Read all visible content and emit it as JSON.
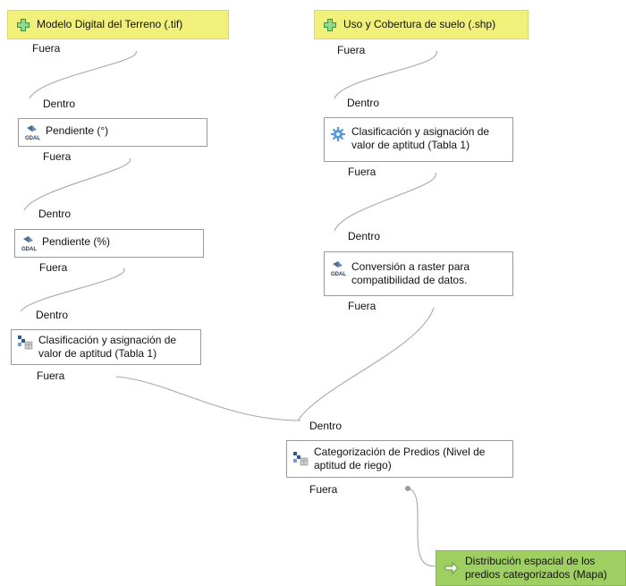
{
  "nodes": {
    "mdt": {
      "label": "Modelo Digital del Terreno (.tif)",
      "icon": "add-input-icon"
    },
    "uso": {
      "label": "Uso y Cobertura de suelo (.shp)",
      "icon": "add-input-icon"
    },
    "pend_grados": {
      "label": "Pendiente (°)",
      "icon": "gdal-icon"
    },
    "pend_porc": {
      "label": "Pendiente (%)",
      "icon": "gdal-icon"
    },
    "clasif_left": {
      "label": "Clasificación y asignación de valor de aptitud (Tabla 1)",
      "icon": "grid-reclass-icon"
    },
    "clasif_right": {
      "label": "Clasificación y asignación de valor de aptitud (Tabla 1)",
      "icon": "gear-icon"
    },
    "conversion": {
      "label": "Conversión a raster para compatibilidad de datos.",
      "icon": "gdal-icon"
    },
    "categorizacion": {
      "label": "Categorización de Predios (Nivel de aptitud de riego)",
      "icon": "grid-reclass-icon"
    },
    "salida": {
      "label": "Distribución espacial de los predios categorizados (Mapa)",
      "icon": "output-arrow-icon"
    }
  },
  "ports": {
    "out": "Fuera",
    "in": "Dentro"
  },
  "colors": {
    "input_bg": "#f0f07a",
    "output_bg": "#9fce63",
    "wire": "#a8a8a8",
    "node_border": "#9a9a9a"
  }
}
